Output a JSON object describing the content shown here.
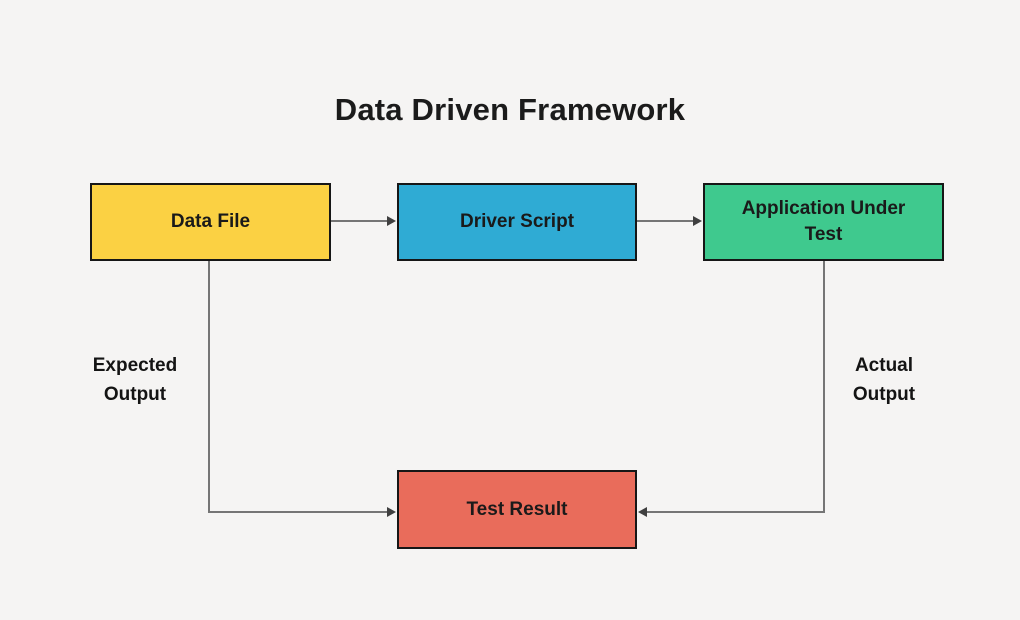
{
  "title": "Data Driven Framework",
  "diagram": {
    "nodes": [
      {
        "id": "data-file",
        "label": "Data File",
        "color": "#FBD143"
      },
      {
        "id": "driver-script",
        "label": "Driver Script",
        "color": "#2FABD4"
      },
      {
        "id": "application-under-test",
        "label": "Application Under Test",
        "color": "#3FC98E"
      },
      {
        "id": "test-result",
        "label": "Test Result",
        "color": "#E96C5B"
      }
    ],
    "edges": [
      {
        "from": "data-file",
        "to": "driver-script",
        "label": ""
      },
      {
        "from": "driver-script",
        "to": "application-under-test",
        "label": ""
      },
      {
        "from": "data-file",
        "to": "test-result",
        "label": "Expected Output"
      },
      {
        "from": "application-under-test",
        "to": "test-result",
        "label": "Actual Output"
      }
    ]
  },
  "colors": {
    "background": "#F5F4F3",
    "node_border": "#161616",
    "text": "#1A1A1A",
    "connector_line": "#757575",
    "arrowhead": "#3F3F3F"
  }
}
